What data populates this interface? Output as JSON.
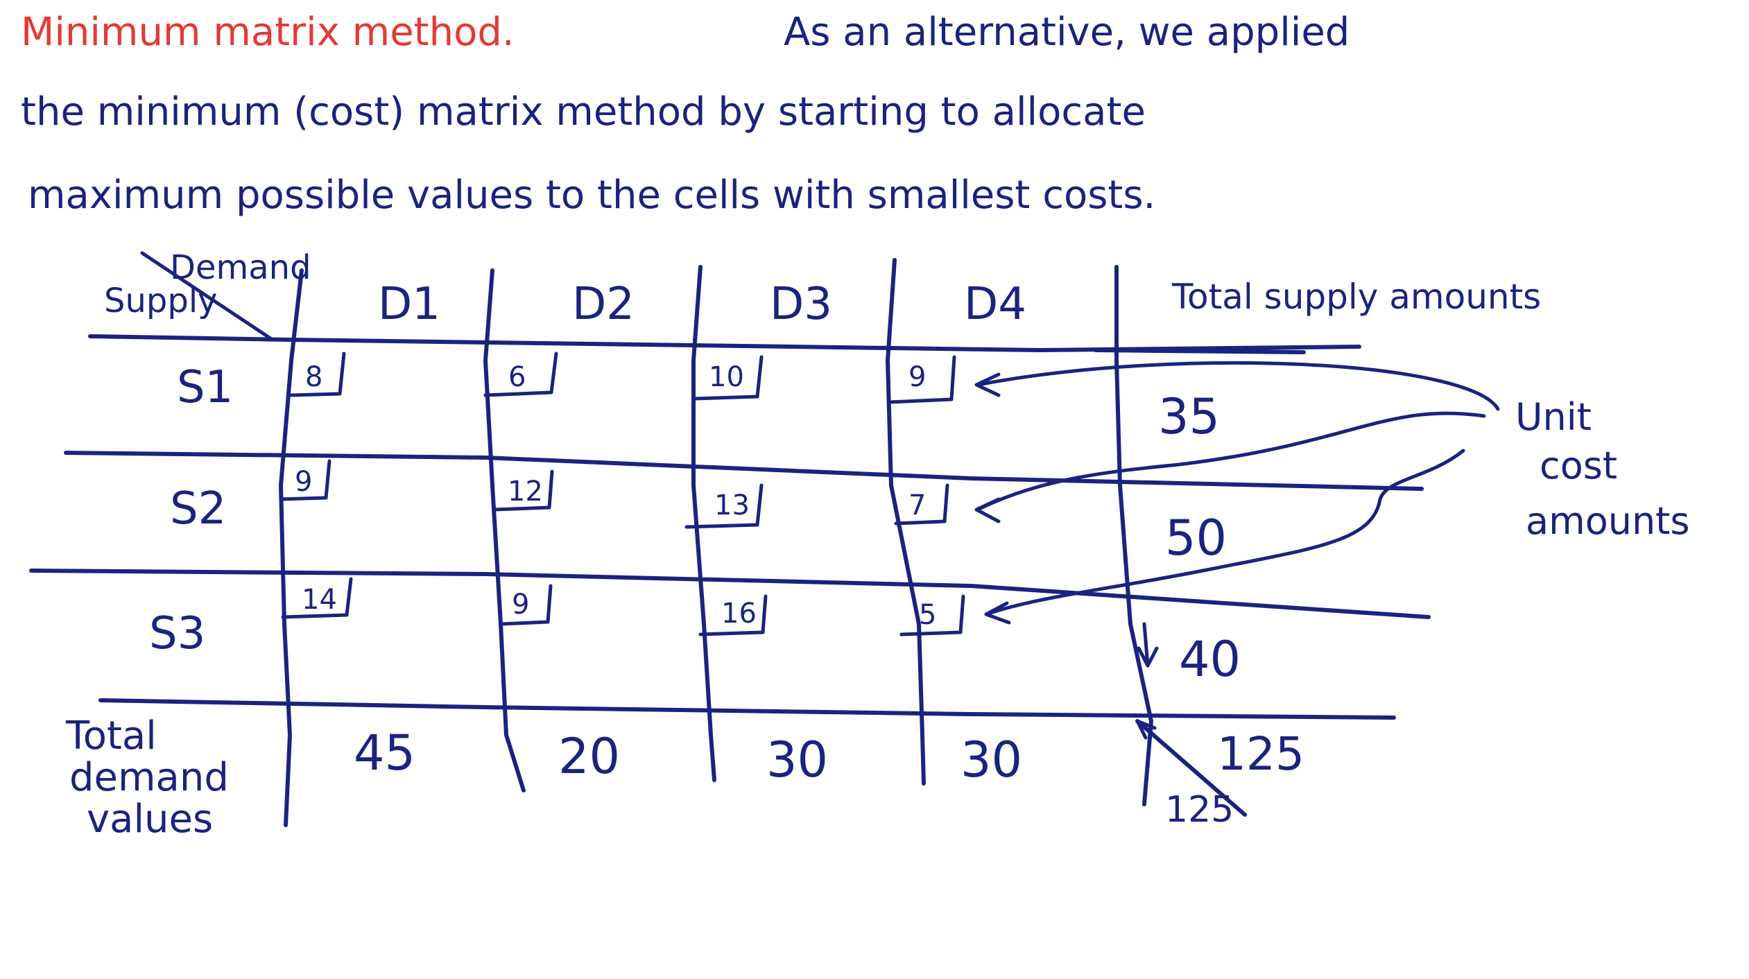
{
  "intro": {
    "title": "Minimum matrix method.",
    "line1_rest": "As an alternative, we applied",
    "line2": "the minimum (cost) matrix method by starting to allocate",
    "line3": "maximum possible values to the cells with smallest costs."
  },
  "table": {
    "corner_demand": "Demand",
    "corner_supply": "Supply",
    "col_headers": [
      "D1",
      "D2",
      "D3",
      "D4"
    ],
    "supply_header": "Total supply amounts",
    "row_labels": [
      "S1",
      "S2",
      "S3"
    ],
    "costs": [
      [
        "8",
        "6",
        "10",
        "9"
      ],
      [
        "9",
        "12",
        "13",
        "7"
      ],
      [
        "14",
        "9",
        "16",
        "5"
      ]
    ],
    "supply_values": [
      "35",
      "50",
      "40"
    ],
    "demand_label": [
      "Total",
      "demand",
      "values"
    ],
    "demand_values": [
      "45",
      "20",
      "30",
      "30"
    ],
    "total_supply": "125",
    "total_demand": "125"
  },
  "annotation": {
    "lines": [
      "Unit",
      "cost",
      "amounts"
    ]
  },
  "colors": {
    "ink": "#1a237e",
    "title_red": "#e53935",
    "background": "#ffffff"
  }
}
